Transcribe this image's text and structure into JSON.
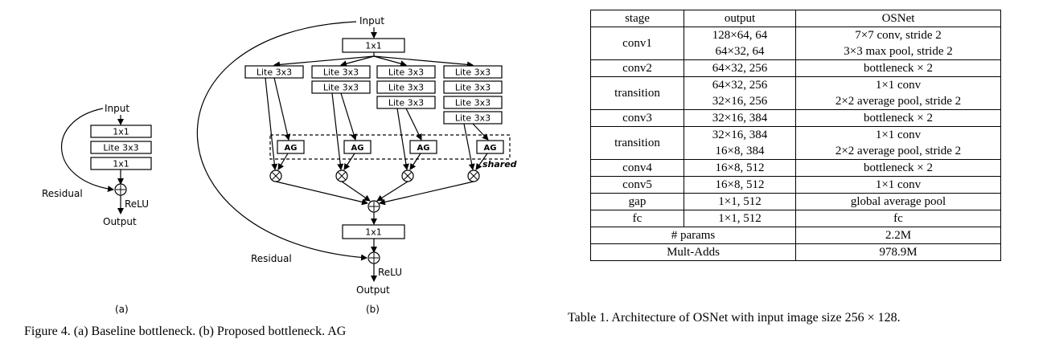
{
  "diagram_a": {
    "input": "Input",
    "blocks": [
      "1x1",
      "Lite 3x3",
      "1x1"
    ],
    "residual": "Residual",
    "relu": "ReLU",
    "output": "Output",
    "label": "(a)"
  },
  "diagram_b": {
    "input": "Input",
    "top_block": "1x1",
    "lite": "Lite 3x3",
    "ag": "AG",
    "shared": "shared",
    "bottom_block": "1x1",
    "residual": "Residual",
    "relu": "ReLU",
    "output": "Output",
    "label": "(b)"
  },
  "figure_caption": "Figure 4. (a) Baseline bottleneck. (b) Proposed bottleneck. AG",
  "table": {
    "headers": [
      "stage",
      "output",
      "OSNet"
    ],
    "rows": [
      {
        "stage": "conv1",
        "outputs": [
          "128×64, 64",
          "64×32, 64"
        ],
        "osnet": [
          "7×7 conv, stride 2",
          "3×3 max pool, stride 2"
        ]
      },
      {
        "stage": "conv2",
        "outputs": [
          "64×32, 256"
        ],
        "osnet": [
          "bottleneck × 2"
        ]
      },
      {
        "stage": "transition",
        "outputs": [
          "64×32, 256",
          "32×16, 256"
        ],
        "osnet": [
          "1×1 conv",
          "2×2 average pool, stride 2"
        ]
      },
      {
        "stage": "conv3",
        "outputs": [
          "32×16, 384"
        ],
        "osnet": [
          "bottleneck × 2"
        ]
      },
      {
        "stage": "transition",
        "outputs": [
          "32×16, 384",
          "16×8, 384"
        ],
        "osnet": [
          "1×1 conv",
          "2×2 average pool, stride 2"
        ]
      },
      {
        "stage": "conv4",
        "outputs": [
          "16×8, 512"
        ],
        "osnet": [
          "bottleneck × 2"
        ]
      },
      {
        "stage": "conv5",
        "outputs": [
          "16×8, 512"
        ],
        "osnet": [
          "1×1 conv"
        ]
      },
      {
        "stage": "gap",
        "outputs": [
          "1×1, 512"
        ],
        "osnet": [
          "global average pool"
        ]
      },
      {
        "stage": "fc",
        "outputs": [
          "1×1, 512"
        ],
        "osnet": [
          "fc"
        ]
      }
    ],
    "summary": [
      {
        "label": "# params",
        "value": "2.2M"
      },
      {
        "label": "Mult-Adds",
        "value": "978.9M"
      }
    ],
    "caption": "Table 1. Architecture of OSNet with input image size 256 × 128."
  }
}
